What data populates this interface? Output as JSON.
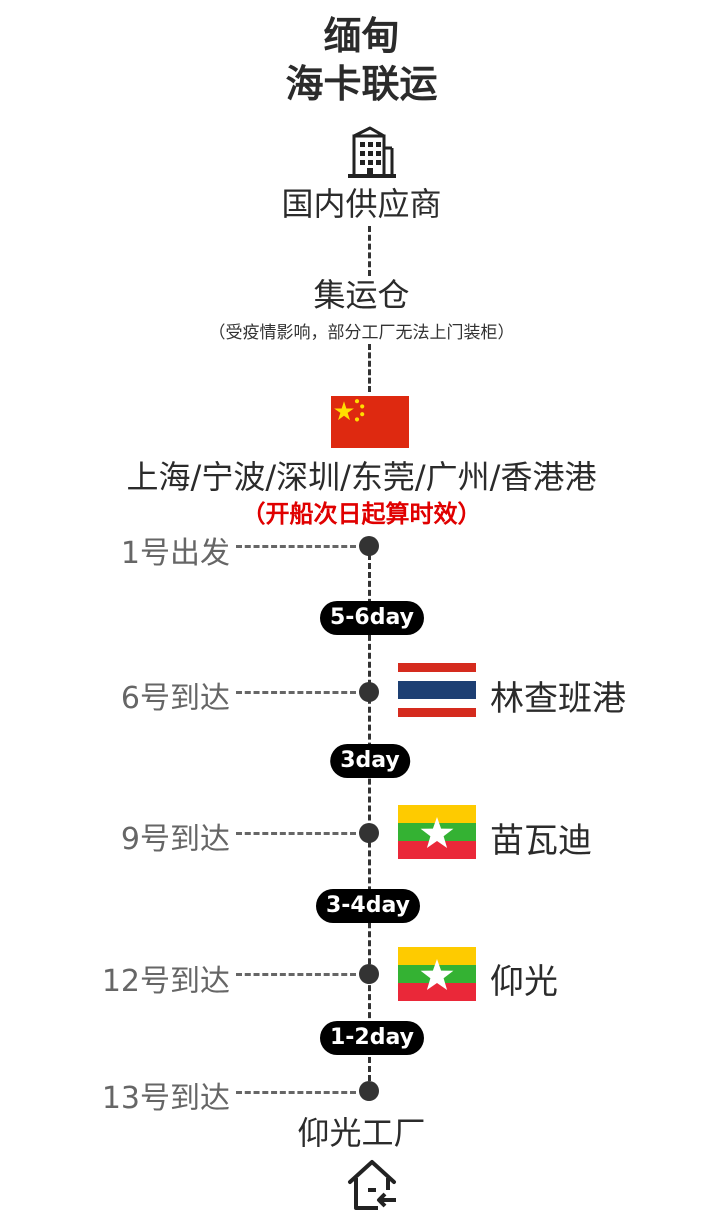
{
  "title": {
    "line1": "缅甸",
    "line2": "海卡联运"
  },
  "nodes": {
    "supplier": "国内供应商",
    "warehouse": "集运仓",
    "warehouse_note": "（受疫情影响，部分工厂无法上门装柜）",
    "ports": "上海/宁波/深圳/东莞/广州/香港港",
    "ports_note": "（开船次日起算时效）",
    "factory": "仰光工厂"
  },
  "timeline": [
    {
      "day": "1号出发"
    },
    {
      "day": "6号到达",
      "place": "林查班港",
      "flag": "thailand"
    },
    {
      "day": "9号到达",
      "place": "苗瓦迪",
      "flag": "myanmar"
    },
    {
      "day": "12号到达",
      "place": "仰光",
      "flag": "myanmar"
    },
    {
      "day": "13号到达"
    }
  ],
  "durations": [
    "5-6day",
    "3day",
    "3-4day",
    "1-2day"
  ],
  "colors": {
    "accent_red": "#e00000",
    "line": "#333333",
    "pill_bg": "#000000"
  },
  "icons": {
    "building": "building-icon",
    "home": "home-icon",
    "flag_china": "china-flag",
    "flag_thailand": "thailand-flag",
    "flag_myanmar": "myanmar-flag"
  }
}
